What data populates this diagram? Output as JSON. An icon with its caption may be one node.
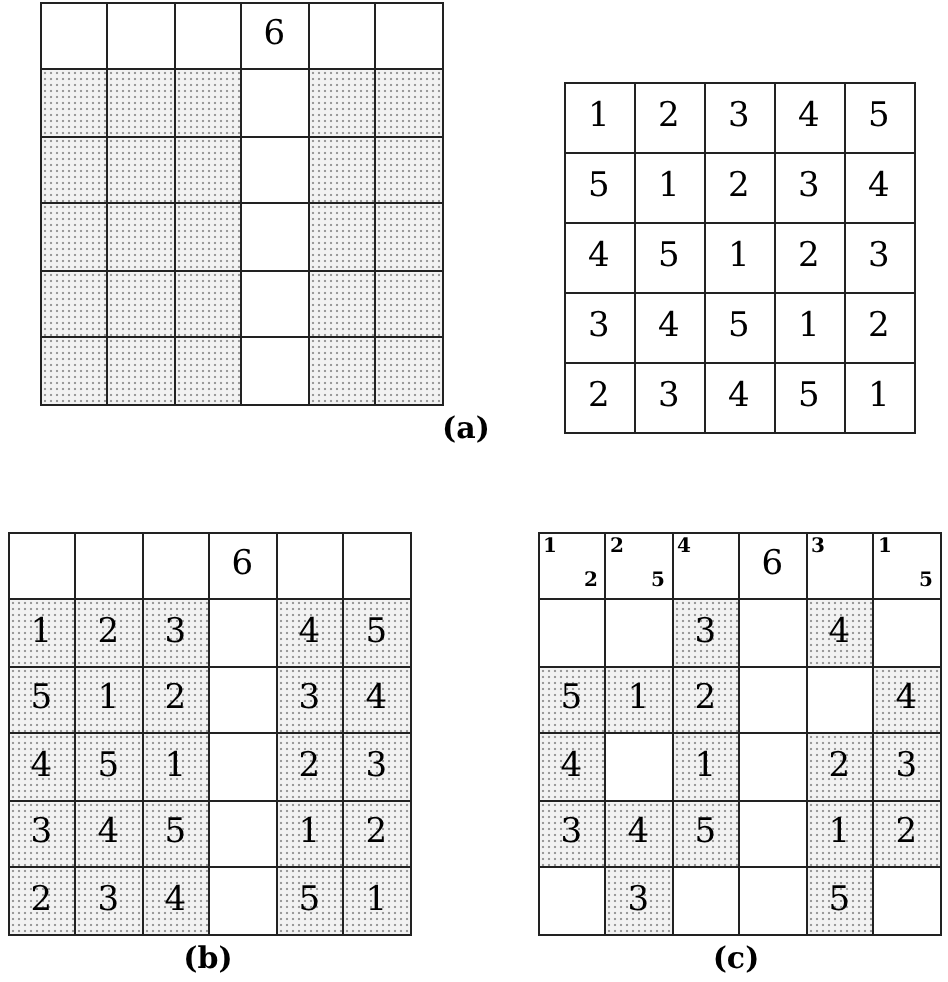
{
  "diagram": {
    "labels": [
      "6",
      "1",
      "2",
      "3",
      "4",
      "5",
      "5",
      "1",
      "2",
      "3",
      "4",
      "4",
      "5",
      "1",
      "2",
      "3",
      "3",
      "4",
      "5",
      "1",
      "2",
      "2",
      "3",
      "4",
      "5",
      "1",
      "(a)",
      "6",
      "1",
      "2",
      "3",
      "4",
      "5",
      "5",
      "1",
      "2",
      "3",
      "4",
      "4",
      "5",
      "1",
      "2",
      "3",
      "3",
      "4",
      "5",
      "1",
      "2",
      "2",
      "3",
      "4",
      "5",
      "1",
      "(b)",
      "1",
      "2",
      "2",
      "5",
      "4",
      "6",
      "3",
      "1",
      "5",
      "3",
      "4",
      "5",
      "1",
      "2",
      "4",
      "4",
      "1",
      "2",
      "3",
      "3",
      "4",
      "5",
      "1",
      "2",
      "3",
      "5",
      "(c)"
    ]
  }
}
